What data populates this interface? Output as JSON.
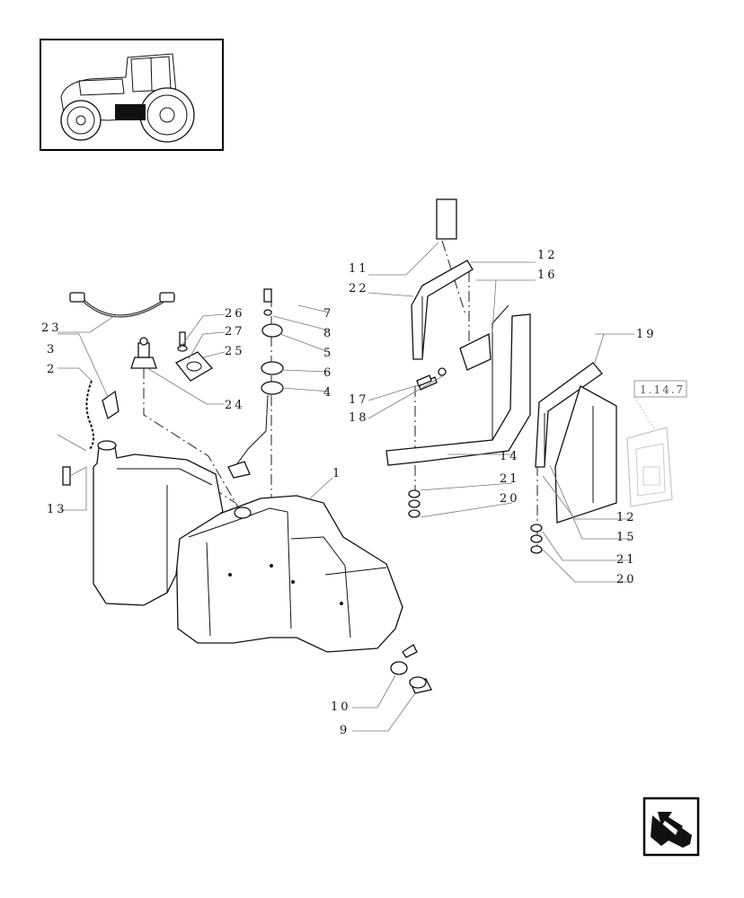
{
  "reference_box": {
    "label": "1.14.7"
  },
  "callouts": [
    {
      "id": "1",
      "text": "1"
    },
    {
      "id": "2",
      "text": "2"
    },
    {
      "id": "3",
      "text": "3"
    },
    {
      "id": "4",
      "text": "4"
    },
    {
      "id": "5",
      "text": "5"
    },
    {
      "id": "6",
      "text": "6"
    },
    {
      "id": "7",
      "text": "7"
    },
    {
      "id": "8",
      "text": "8"
    },
    {
      "id": "9",
      "text": "9"
    },
    {
      "id": "10",
      "text": "10"
    },
    {
      "id": "11",
      "text": "11"
    },
    {
      "id": "12a",
      "text": "12"
    },
    {
      "id": "12b",
      "text": "12"
    },
    {
      "id": "13",
      "text": "13"
    },
    {
      "id": "14",
      "text": "14"
    },
    {
      "id": "15",
      "text": "15"
    },
    {
      "id": "16",
      "text": "16"
    },
    {
      "id": "17",
      "text": "17"
    },
    {
      "id": "18",
      "text": "18"
    },
    {
      "id": "19",
      "text": "19"
    },
    {
      "id": "20a",
      "text": "20"
    },
    {
      "id": "20b",
      "text": "20"
    },
    {
      "id": "21a",
      "text": "21"
    },
    {
      "id": "21b",
      "text": "21"
    },
    {
      "id": "22",
      "text": "22"
    },
    {
      "id": "23",
      "text": "23"
    },
    {
      "id": "24",
      "text": "24"
    },
    {
      "id": "25",
      "text": "25"
    },
    {
      "id": "26",
      "text": "26"
    },
    {
      "id": "27",
      "text": "27"
    }
  ],
  "icons": {
    "thumbnail": "tractor-icon",
    "navigation": "next-page-arrow-icon"
  }
}
